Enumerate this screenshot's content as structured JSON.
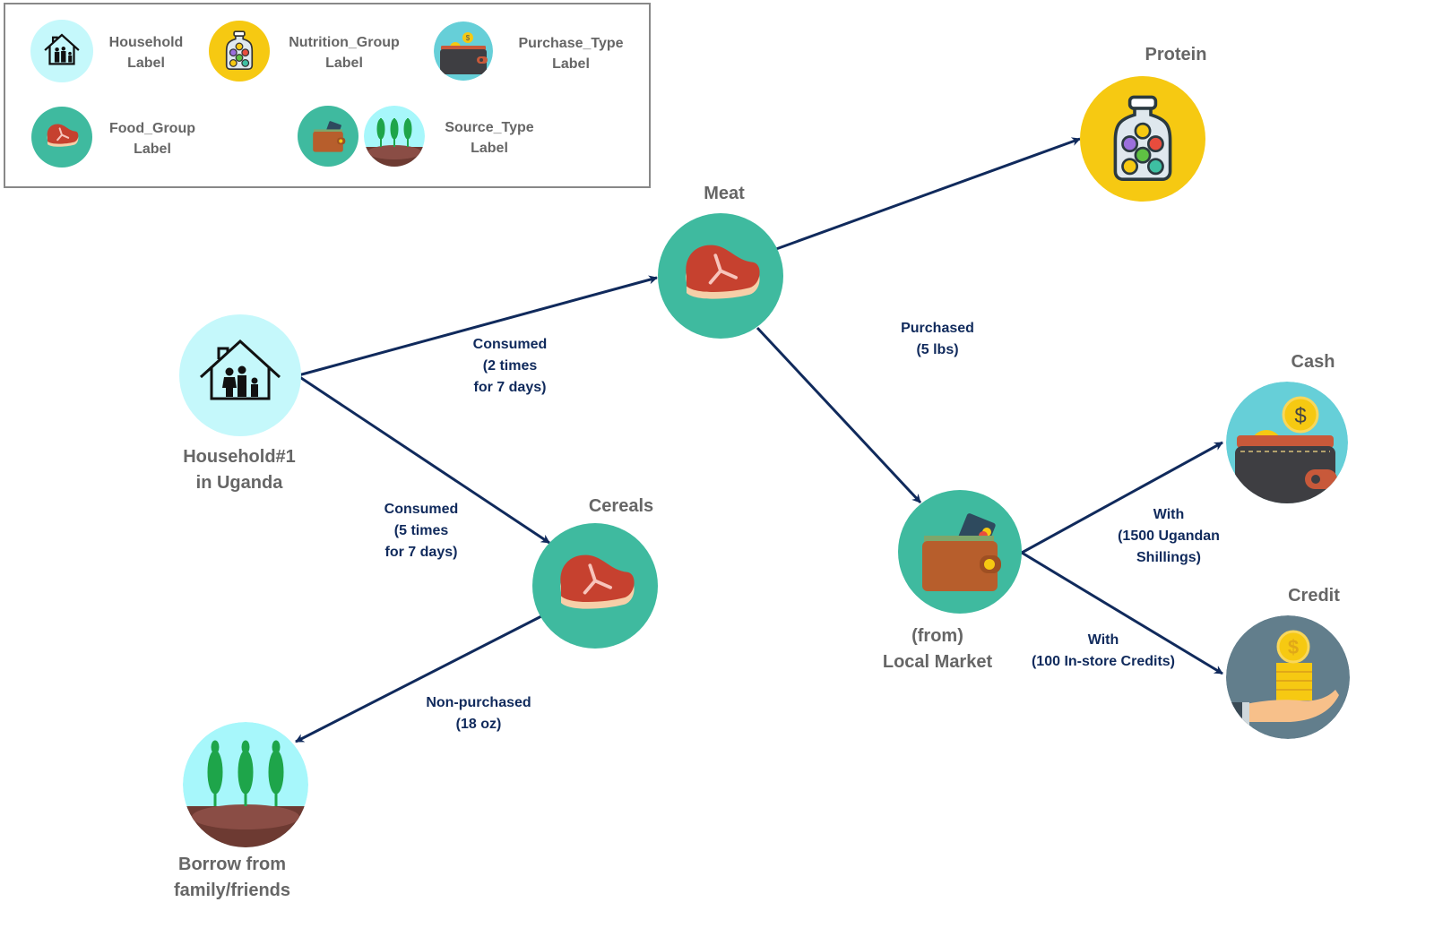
{
  "colors": {
    "edge": "#102a5c",
    "household_bg": "#c5f8fb",
    "food_bg": "#3fba9f",
    "nutrition_bg": "#f6c912",
    "purchase_bg": "#66cfd8",
    "credit_bg": "#627e8c",
    "label_gray": "#666666"
  },
  "legend": {
    "items": [
      {
        "name": "household",
        "line1": "Household",
        "line2": "Label",
        "icon": "house-family-icon"
      },
      {
        "name": "nutrition-group",
        "line1": "Nutrition_Group",
        "line2": "Label",
        "icon": "jar-icon"
      },
      {
        "name": "purchase-type",
        "line1": "Purchase_Type",
        "line2": "Label",
        "icon": "cash-wallet-icon"
      },
      {
        "name": "food-group",
        "line1": "Food_Group",
        "line2": "Label",
        "icon": "steak-icon"
      },
      {
        "name": "source-type",
        "line1": "Source_Type",
        "line2": "Label",
        "icon": "wallet-card-and-wheat-icon"
      }
    ]
  },
  "nodes": {
    "household": {
      "line1": "Household#1",
      "line2": "in Uganda",
      "type": "Household"
    },
    "meat": {
      "label": "Meat",
      "type": "Food_Group"
    },
    "cereals": {
      "label": "Cereals",
      "type": "Food_Group"
    },
    "protein": {
      "label": "Protein",
      "type": "Nutrition_Group"
    },
    "local_market": {
      "line1": "(from)",
      "line2": "Local Market",
      "type": "Source_Type"
    },
    "borrow": {
      "line1": "Borrow from",
      "line2": "family/friends",
      "type": "Source_Type"
    },
    "cash": {
      "label": "Cash",
      "type": "Purchase_Type"
    },
    "credit": {
      "label": "Credit",
      "type": "Purchase_Type"
    }
  },
  "edges": {
    "household_meat": {
      "from": "household",
      "to": "meat",
      "lines": [
        "Consumed",
        "(2 times",
        "for 7 days)"
      ]
    },
    "household_cereals": {
      "from": "household",
      "to": "cereals",
      "lines": [
        "Consumed",
        "(5 times",
        "for 7 days)"
      ]
    },
    "meat_protein": {
      "from": "meat",
      "to": "protein",
      "lines": []
    },
    "meat_market": {
      "from": "meat",
      "to": "local_market",
      "lines": [
        "Purchased",
        "(5 lbs)"
      ]
    },
    "cereals_borrow": {
      "from": "cereals",
      "to": "borrow",
      "lines": [
        "Non-purchased",
        "(18 oz)"
      ]
    },
    "market_cash": {
      "from": "local_market",
      "to": "cash",
      "lines": [
        "With",
        "(1500 Ugandan",
        "Shillings)"
      ]
    },
    "market_credit": {
      "from": "local_market",
      "to": "credit",
      "lines": [
        "With",
        "(100 In-store Credits)"
      ]
    }
  }
}
